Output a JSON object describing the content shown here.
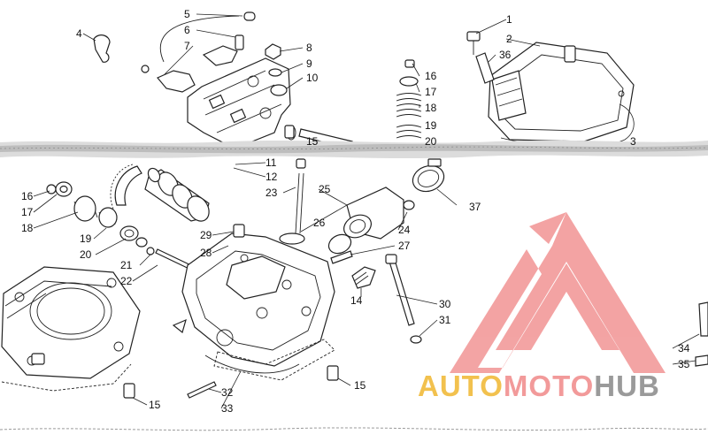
{
  "diagram": {
    "callouts": [
      {
        "id": "c1",
        "text": "1"
      },
      {
        "id": "c2",
        "text": "2"
      },
      {
        "id": "c3",
        "text": "3"
      },
      {
        "id": "c4",
        "text": "4"
      },
      {
        "id": "c5",
        "text": "5"
      },
      {
        "id": "c6",
        "text": "6"
      },
      {
        "id": "c7",
        "text": "7"
      },
      {
        "id": "c8",
        "text": "8"
      },
      {
        "id": "c9",
        "text": "9"
      },
      {
        "id": "c10",
        "text": "10"
      },
      {
        "id": "c11",
        "text": "11"
      },
      {
        "id": "c12",
        "text": "12"
      },
      {
        "id": "c14",
        "text": "14"
      },
      {
        "id": "c15a",
        "text": "15"
      },
      {
        "id": "c15b",
        "text": "15"
      },
      {
        "id": "c15c",
        "text": "15"
      },
      {
        "id": "c16a",
        "text": "16"
      },
      {
        "id": "c16b",
        "text": "16"
      },
      {
        "id": "c17a",
        "text": "17"
      },
      {
        "id": "c17b",
        "text": "17"
      },
      {
        "id": "c18a",
        "text": "18"
      },
      {
        "id": "c18b",
        "text": "18"
      },
      {
        "id": "c19a",
        "text": "19"
      },
      {
        "id": "c19b",
        "text": "19"
      },
      {
        "id": "c20a",
        "text": "20"
      },
      {
        "id": "c20b",
        "text": "20"
      },
      {
        "id": "c21",
        "text": "21"
      },
      {
        "id": "c22",
        "text": "22"
      },
      {
        "id": "c23",
        "text": "23"
      },
      {
        "id": "c24",
        "text": "24"
      },
      {
        "id": "c25",
        "text": "25"
      },
      {
        "id": "c26",
        "text": "26"
      },
      {
        "id": "c27",
        "text": "27"
      },
      {
        "id": "c28",
        "text": "28"
      },
      {
        "id": "c29",
        "text": "29"
      },
      {
        "id": "c30",
        "text": "30"
      },
      {
        "id": "c31",
        "text": "31"
      },
      {
        "id": "c32",
        "text": "32"
      },
      {
        "id": "c33",
        "text": "33"
      },
      {
        "id": "c34",
        "text": "34"
      },
      {
        "id": "c35",
        "text": "35"
      },
      {
        "id": "c36",
        "text": "36"
      },
      {
        "id": "c37",
        "text": "37"
      }
    ]
  },
  "watermark": {
    "word_auto": "AUTO",
    "word_moto": "MOTO",
    "word_hub": "HUB",
    "logo_color": "#f29a9a",
    "auto_color": "#f2c14e",
    "hub_color": "#9a9a9a"
  }
}
